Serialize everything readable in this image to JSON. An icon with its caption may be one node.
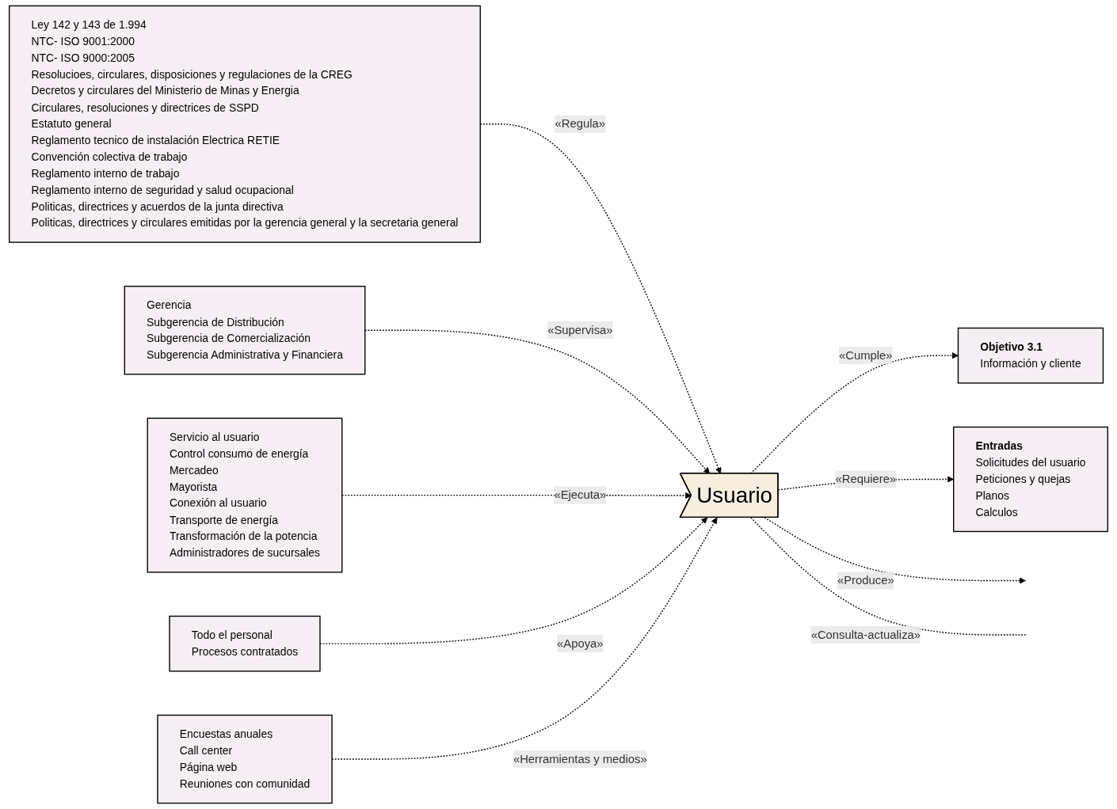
{
  "diagram": {
    "nodes": [
      {
        "text": [
          "Ley 142 y 143 de 1.994",
          "NTC- ISO 9001:2000",
          "NTC- ISO 9000:2005",
          "Resolucioes, circulares, disposiciones y regulaciones de la CREG",
          "Decretos y circulares del Ministerio de Minas y Energia",
          "Circulares, resoluciones y directrices de SSPD",
          "Estatuto general",
          "Reglamento tecnico de instalación Electrica RETIE",
          "Convención colectiva de trabajo",
          "Reglamento interno de trabajo",
          "Reglamento interno de seguridad y salud ocupacional",
          "Politicas, directrices y acuerdos de la junta directiva",
          "Politicas, directrices y circulares emitidas por la gerencia general y la secretaria general"
        ]
      },
      {
        "text": [
          "Gerencia",
          "Subgerencia de Distribución",
          "Subgerencia de Comercialización",
          "Subgerencia Administrativa y Financiera"
        ]
      },
      {
        "text": [
          "Objetivo 3.1",
          "Información y cliente"
        ]
      },
      {
        "text": [
          "Usuario"
        ]
      },
      {
        "text": [
          "Entradas",
          "Solicitudes del usuario",
          "Peticiones y quejas",
          "Planos",
          "Calculos"
        ]
      },
      {
        "text": [
          "Servicio al usuario",
          "Control consumo de energía",
          "Mercadeo",
          "Mayorista",
          "Conexión al usuario",
          "Transporte de energía",
          "Transformación de la potencia",
          "Administradores de sucursales"
        ]
      },
      {
        "text": [
          "Todo el personal",
          "Procesos contratados"
        ]
      },
      {
        "text": [
          "Encuestas anuales",
          "Call center",
          "Página web",
          "Reuniones con comunidad"
        ]
      }
    ],
    "edges": [
      {
        "from": 0,
        "to": 3,
        "arrow": "to",
        "label": "«Regula»",
        "style": "dashed"
      },
      {
        "from": 1,
        "to": 3,
        "arrow": "to",
        "label": "«Supervisa»",
        "style": "dashed"
      },
      {
        "from": 3,
        "to": 2,
        "arrow": "to",
        "label": "«Cumple»",
        "style": "dashed"
      },
      {
        "from": 3,
        "to": 4,
        "arrow": "to",
        "label": "«Requiere»",
        "style": "dashed"
      },
      {
        "from": 3,
        "to": null,
        "arrow": "to",
        "label": "«Produce»",
        "style": "dashed"
      },
      {
        "from": 5,
        "to": 3,
        "arrow": "to",
        "label": "«Ejecuta»",
        "style": "dashed"
      },
      {
        "from": 6,
        "to": 3,
        "arrow": "to",
        "label": "«Apoya»",
        "style": "dashed"
      },
      {
        "from": 7,
        "to": 3,
        "arrow": "to",
        "label": "«Herramientas y medios»",
        "style": "dashed"
      },
      {
        "from": 3,
        "to": null,
        "arrow": "none",
        "label": "«Consulta-actualiza»",
        "style": "dashed"
      }
    ]
  }
}
